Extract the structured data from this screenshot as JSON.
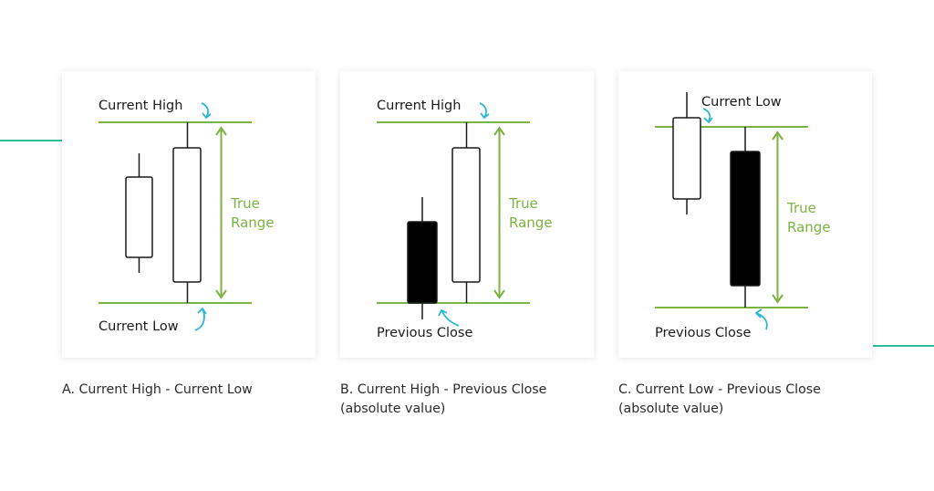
{
  "colors": {
    "green": "#7cb342",
    "arrow_blue": "#29b6d8",
    "teal_line": "#2bbf9a",
    "candle_stroke": "#1a1a1a",
    "bearish_fill": "#000000",
    "bullish_fill": "#ffffff"
  },
  "panels": [
    {
      "top_label": "Current High",
      "bottom_label": "Current Low",
      "range_label_line1": "True",
      "range_label_line2": "Range",
      "caption_line1": "A. Current High - Current Low",
      "caption_line2": ""
    },
    {
      "top_label": "Current High",
      "bottom_label": "Previous Close",
      "range_label_line1": "True",
      "range_label_line2": "Range",
      "caption_line1": "B. Current High - Previous Close",
      "caption_line2": "(absolute value)"
    },
    {
      "top_label": "Current Low",
      "bottom_label": "Previous Close",
      "range_label_line1": "True",
      "range_label_line2": "Range",
      "caption_line1": "C. Current Low - Previous Close",
      "caption_line2": "(absolute value)"
    }
  ]
}
